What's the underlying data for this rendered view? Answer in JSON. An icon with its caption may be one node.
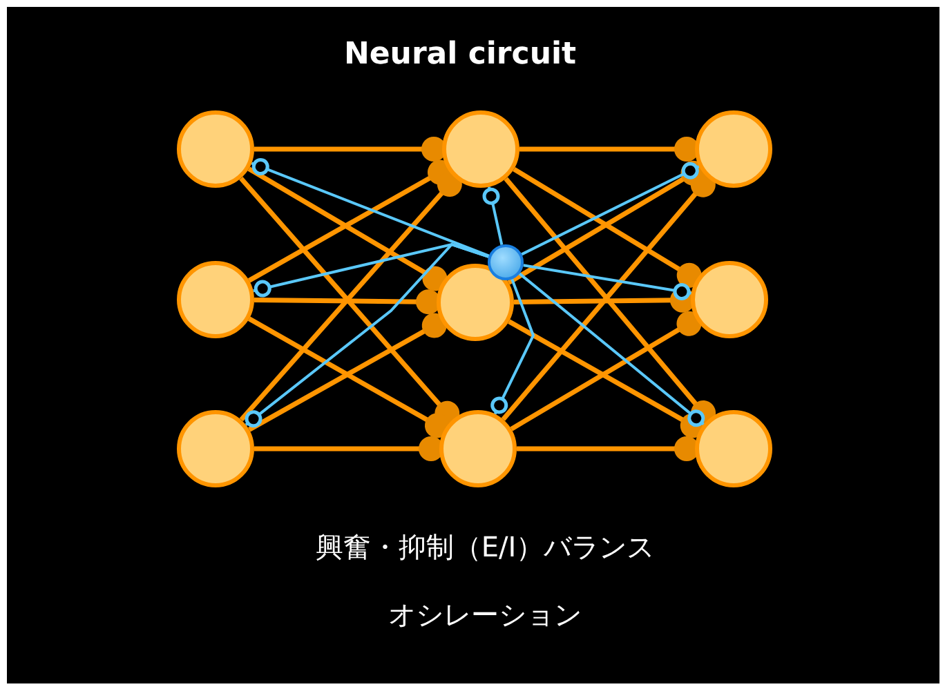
{
  "diagram": {
    "title": "Neural circuit",
    "nodes": [
      {
        "text": [],
        "shape": "circle"
      },
      {
        "text": [],
        "shape": "circle"
      },
      {
        "text": [],
        "shape": "circle"
      },
      {
        "text": [],
        "shape": "circle"
      },
      {
        "text": [],
        "shape": "circle"
      },
      {
        "text": [],
        "shape": "circle"
      },
      {
        "text": [],
        "shape": "circle"
      },
      {
        "text": [],
        "shape": "circle"
      },
      {
        "text": [],
        "shape": "circle"
      },
      {
        "text": [],
        "shape": "circle"
      }
    ],
    "edges": [
      {
        "from": 0,
        "to": 3,
        "arrow": "other"
      },
      {
        "from": 0,
        "to": 4,
        "arrow": "other"
      },
      {
        "from": 0,
        "to": 5,
        "arrow": "other"
      },
      {
        "from": 1,
        "to": 3,
        "arrow": "other"
      },
      {
        "from": 1,
        "to": 4,
        "arrow": "other"
      },
      {
        "from": 1,
        "to": 5,
        "arrow": "other"
      },
      {
        "from": 2,
        "to": 3,
        "arrow": "other"
      },
      {
        "from": 2,
        "to": 4,
        "arrow": "other"
      },
      {
        "from": 2,
        "to": 5,
        "arrow": "other"
      },
      {
        "from": 3,
        "to": 6,
        "arrow": "other"
      },
      {
        "from": 3,
        "to": 7,
        "arrow": "other"
      },
      {
        "from": 3,
        "to": 8,
        "arrow": "other"
      },
      {
        "from": 4,
        "to": 6,
        "arrow": "other"
      },
      {
        "from": 4,
        "to": 7,
        "arrow": "other"
      },
      {
        "from": 4,
        "to": 8,
        "arrow": "other"
      },
      {
        "from": 5,
        "to": 6,
        "arrow": "other"
      },
      {
        "from": 5,
        "to": 7,
        "arrow": "other"
      },
      {
        "from": 5,
        "to": 8,
        "arrow": "other"
      },
      {
        "from": 9,
        "to": 0,
        "arrow": "other",
        "color": "#5ac8fa"
      },
      {
        "from": 9,
        "to": 1,
        "arrow": "other",
        "color": "#5ac8fa"
      },
      {
        "from": 9,
        "to": 2,
        "arrow": "other",
        "color": "#5ac8fa"
      },
      {
        "from": 9,
        "to": 3,
        "arrow": "other",
        "color": "#5ac8fa"
      },
      {
        "from": 9,
        "to": 5,
        "arrow": "other",
        "color": "#5ac8fa"
      },
      {
        "from": 9,
        "to": 6,
        "arrow": "other",
        "color": "#5ac8fa"
      },
      {
        "from": 9,
        "to": 7,
        "arrow": "other",
        "color": "#5ac8fa"
      },
      {
        "from": 9,
        "to": 8,
        "arrow": "other",
        "color": "#5ac8fa"
      }
    ],
    "labels": [
      "興奮・抑制（E/I）バランス",
      "オシレーション"
    ]
  }
}
